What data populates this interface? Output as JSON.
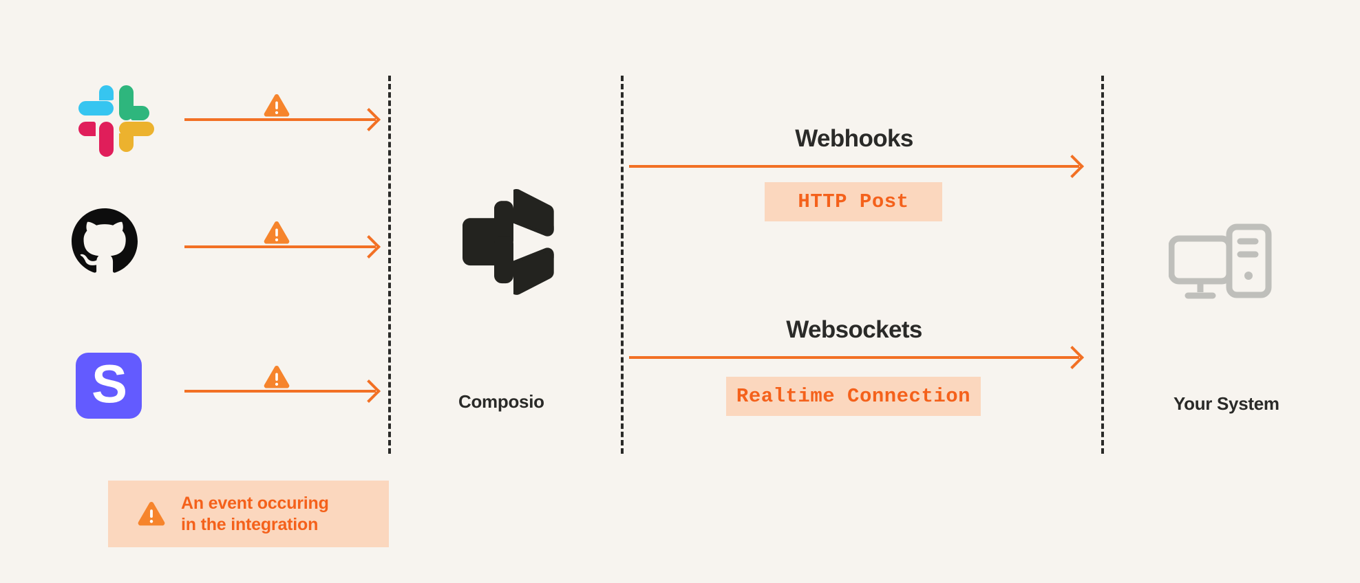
{
  "meta": {
    "background_color": "#F7F4EF",
    "accent_orange": "#F27024",
    "badge_bg": "#FBD7BE",
    "badge_text_color": "#F4611B",
    "dark_text": "#2A2A28",
    "icon_gray": "#BFBFBB"
  },
  "integrations": [
    {
      "name": "Slack",
      "icon": "slack-logo"
    },
    {
      "name": "GitHub",
      "icon": "github-logo"
    },
    {
      "name": "Stripe",
      "icon": "stripe-logo",
      "glyph": "S",
      "color": "#635BFF"
    }
  ],
  "event_arrows": [
    {
      "icon": "warning-triangle-icon"
    },
    {
      "icon": "warning-triangle-icon"
    },
    {
      "icon": "warning-triangle-icon"
    }
  ],
  "center": {
    "label": "Composio",
    "icon": "composio-logo"
  },
  "channels": [
    {
      "title": "Webhooks",
      "badge": "HTTP Post",
      "arrow_direction": "right"
    },
    {
      "title": "Websockets",
      "badge": "Realtime Connection",
      "arrow_direction": "right"
    }
  ],
  "destination": {
    "label": "Your System",
    "icon": "desktop-computer-icon"
  },
  "legend": {
    "icon": "warning-triangle-icon",
    "line1": "An event occuring",
    "line2": "in the integration"
  }
}
